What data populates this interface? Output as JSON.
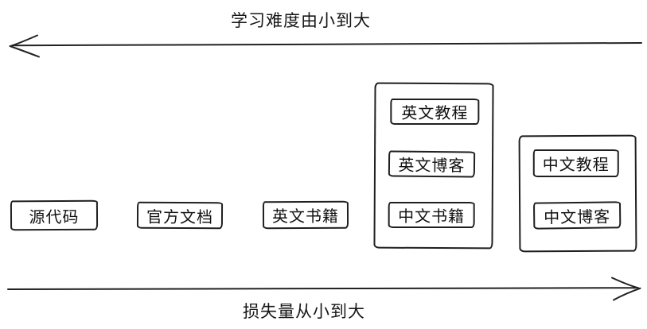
{
  "axes": {
    "top": {
      "label": "学习难度由小到大",
      "direction": "left"
    },
    "bottom": {
      "label": "损失量从小到大",
      "direction": "right"
    }
  },
  "nodes": [
    {
      "label": "源代码"
    },
    {
      "label": "官方文档"
    },
    {
      "label": "英文书籍"
    }
  ],
  "groups": [
    {
      "items": [
        {
          "label": "英文教程"
        },
        {
          "label": "英文博客"
        },
        {
          "label": "中文书籍"
        }
      ]
    },
    {
      "items": [
        {
          "label": "中文教程"
        },
        {
          "label": "中文博客"
        }
      ]
    }
  ],
  "colors": {
    "stroke": "#1f1f1f",
    "background": "#ffffff"
  }
}
